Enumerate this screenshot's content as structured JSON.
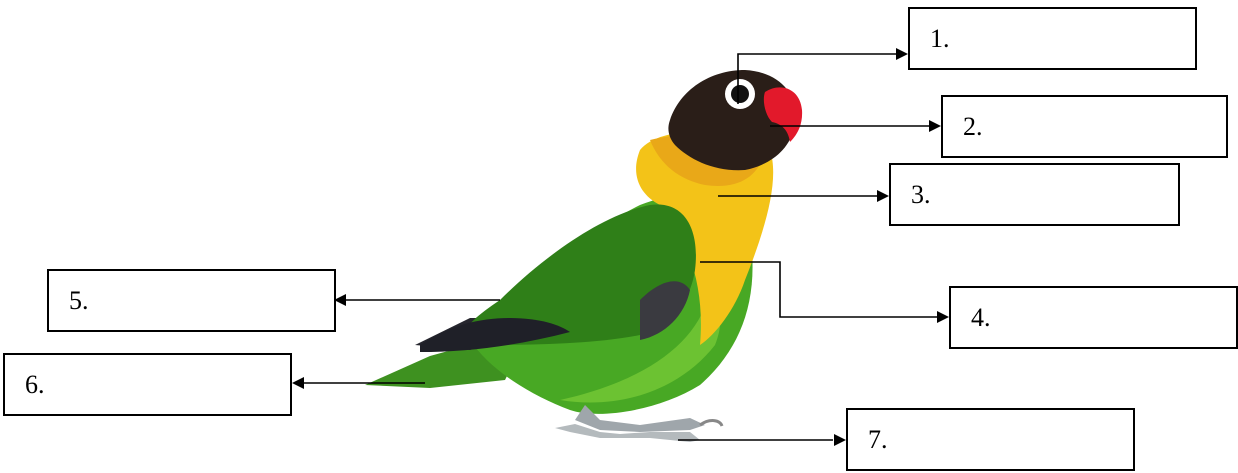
{
  "diagram": {
    "subject": "lovebird",
    "labels": [
      {
        "id": "1",
        "text": "1."
      },
      {
        "id": "2",
        "text": "2."
      },
      {
        "id": "3",
        "text": "3."
      },
      {
        "id": "4",
        "text": "4."
      },
      {
        "id": "5",
        "text": "5."
      },
      {
        "id": "6",
        "text": "6."
      },
      {
        "id": "7",
        "text": "7."
      }
    ]
  },
  "colors": {
    "head": "#2a1e18",
    "beak": "#e0182a",
    "eye_ring": "#ffffff",
    "neck_yellow": "#f4c21a",
    "body_green": "#3f9a1e",
    "wing_dark": "#2e6e14",
    "tail_tip": "#2a2a35",
    "feet": "#9ea4a8",
    "line": "#000000"
  }
}
